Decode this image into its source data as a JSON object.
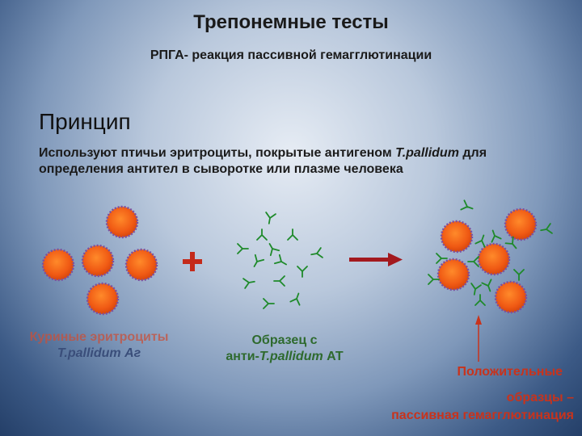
{
  "slide": {
    "title": "Трепонемные тесты",
    "subtitle": "РПГА- реакция пассивной гемагглютинации",
    "heading": "Принцип",
    "description": {
      "part1": "Используют птичьи эритроциты, покрытые антигеном",
      "italic": "T.pallidum",
      "part2": " для определения антител в сыворотке или плазме человека"
    },
    "plus_sign": "+",
    "label_left": {
      "line1": "Куриные эритроциты",
      "line2": "T.pallidum Аг"
    },
    "label_mid": {
      "line1": "Образец с",
      "prefix": "анти-",
      "italic": "T.pallidum",
      "suffix": " АТ"
    },
    "label_right": {
      "line1": "Положительные",
      "line2": "образцы –",
      "line3": "пассивная гемагглютинация"
    }
  },
  "colors": {
    "cell_fill": "#f05a14",
    "cell_border": "#7b4fa0",
    "antibody": "#1e8a2a",
    "plus": "#c42a1a",
    "arrow": "#a3191e",
    "pointer": "#c8331c"
  }
}
